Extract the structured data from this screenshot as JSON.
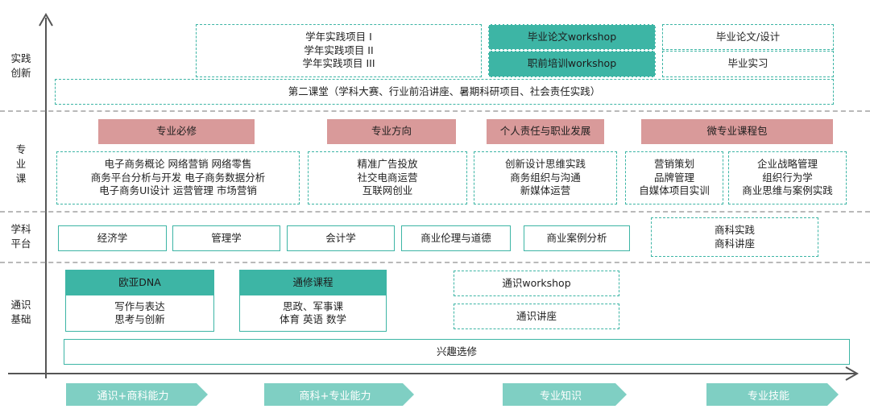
{
  "rows": {
    "practice": "实践\n创新",
    "major": "专\n业\n课",
    "discipline": "学科\n平台",
    "general": "通识\n基础"
  },
  "practice": {
    "yearly_projects": "学年实践项目 I\n学年实践项目 II\n学年实践项目 III",
    "thesis_workshop": "毕业论文workshop",
    "prejob_workshop": "职前培训workshop",
    "thesis_design": "毕业论文/设计",
    "internship": "毕业实习",
    "second_classroom": "第二课堂（学科大赛、行业前沿讲座、暑期科研项目、社会责任实践）"
  },
  "major": {
    "headers": [
      "专业必修",
      "专业方向",
      "个人责任与职业发展",
      "微专业课程包"
    ],
    "required": "电子商务概论 网络营销 网络零售\n商务平台分析与开发 电子商务数据分析\n电子商务UI设计 运营管理 市场营销",
    "direction": "精准广告投放\n社交电商运营\n互联网创业",
    "career": "创新设计思维实践\n商务组织与沟通\n新媒体运营",
    "micro_a": "营销策划\n品牌管理\n自媒体项目实训",
    "micro_b": "企业战略管理\n组织行为学\n商业思维与案例实践"
  },
  "discipline": {
    "courses": [
      "经济学",
      "管理学",
      "会计学",
      "商业伦理与道德",
      "商业案例分析"
    ],
    "practice": "商科实践\n商科讲座"
  },
  "general": {
    "dna_title": "欧亚DNA",
    "dna_body": "写作与表达\n思考与创新",
    "common_title": "通修课程",
    "common_body": "思政、军事课\n体育  英语  数学",
    "workshop": "通识workshop",
    "lecture": "通识讲座",
    "electives": "兴趣选修"
  },
  "stages": [
    "通识+商科能力",
    "商科+专业能力",
    "专业知识",
    "专业技能"
  ],
  "colors": {
    "teal": "#3db5a5",
    "pink": "#d99a9a",
    "stage": "#7fcfc3",
    "axis": "#555555",
    "divider": "#b9b9b9"
  }
}
